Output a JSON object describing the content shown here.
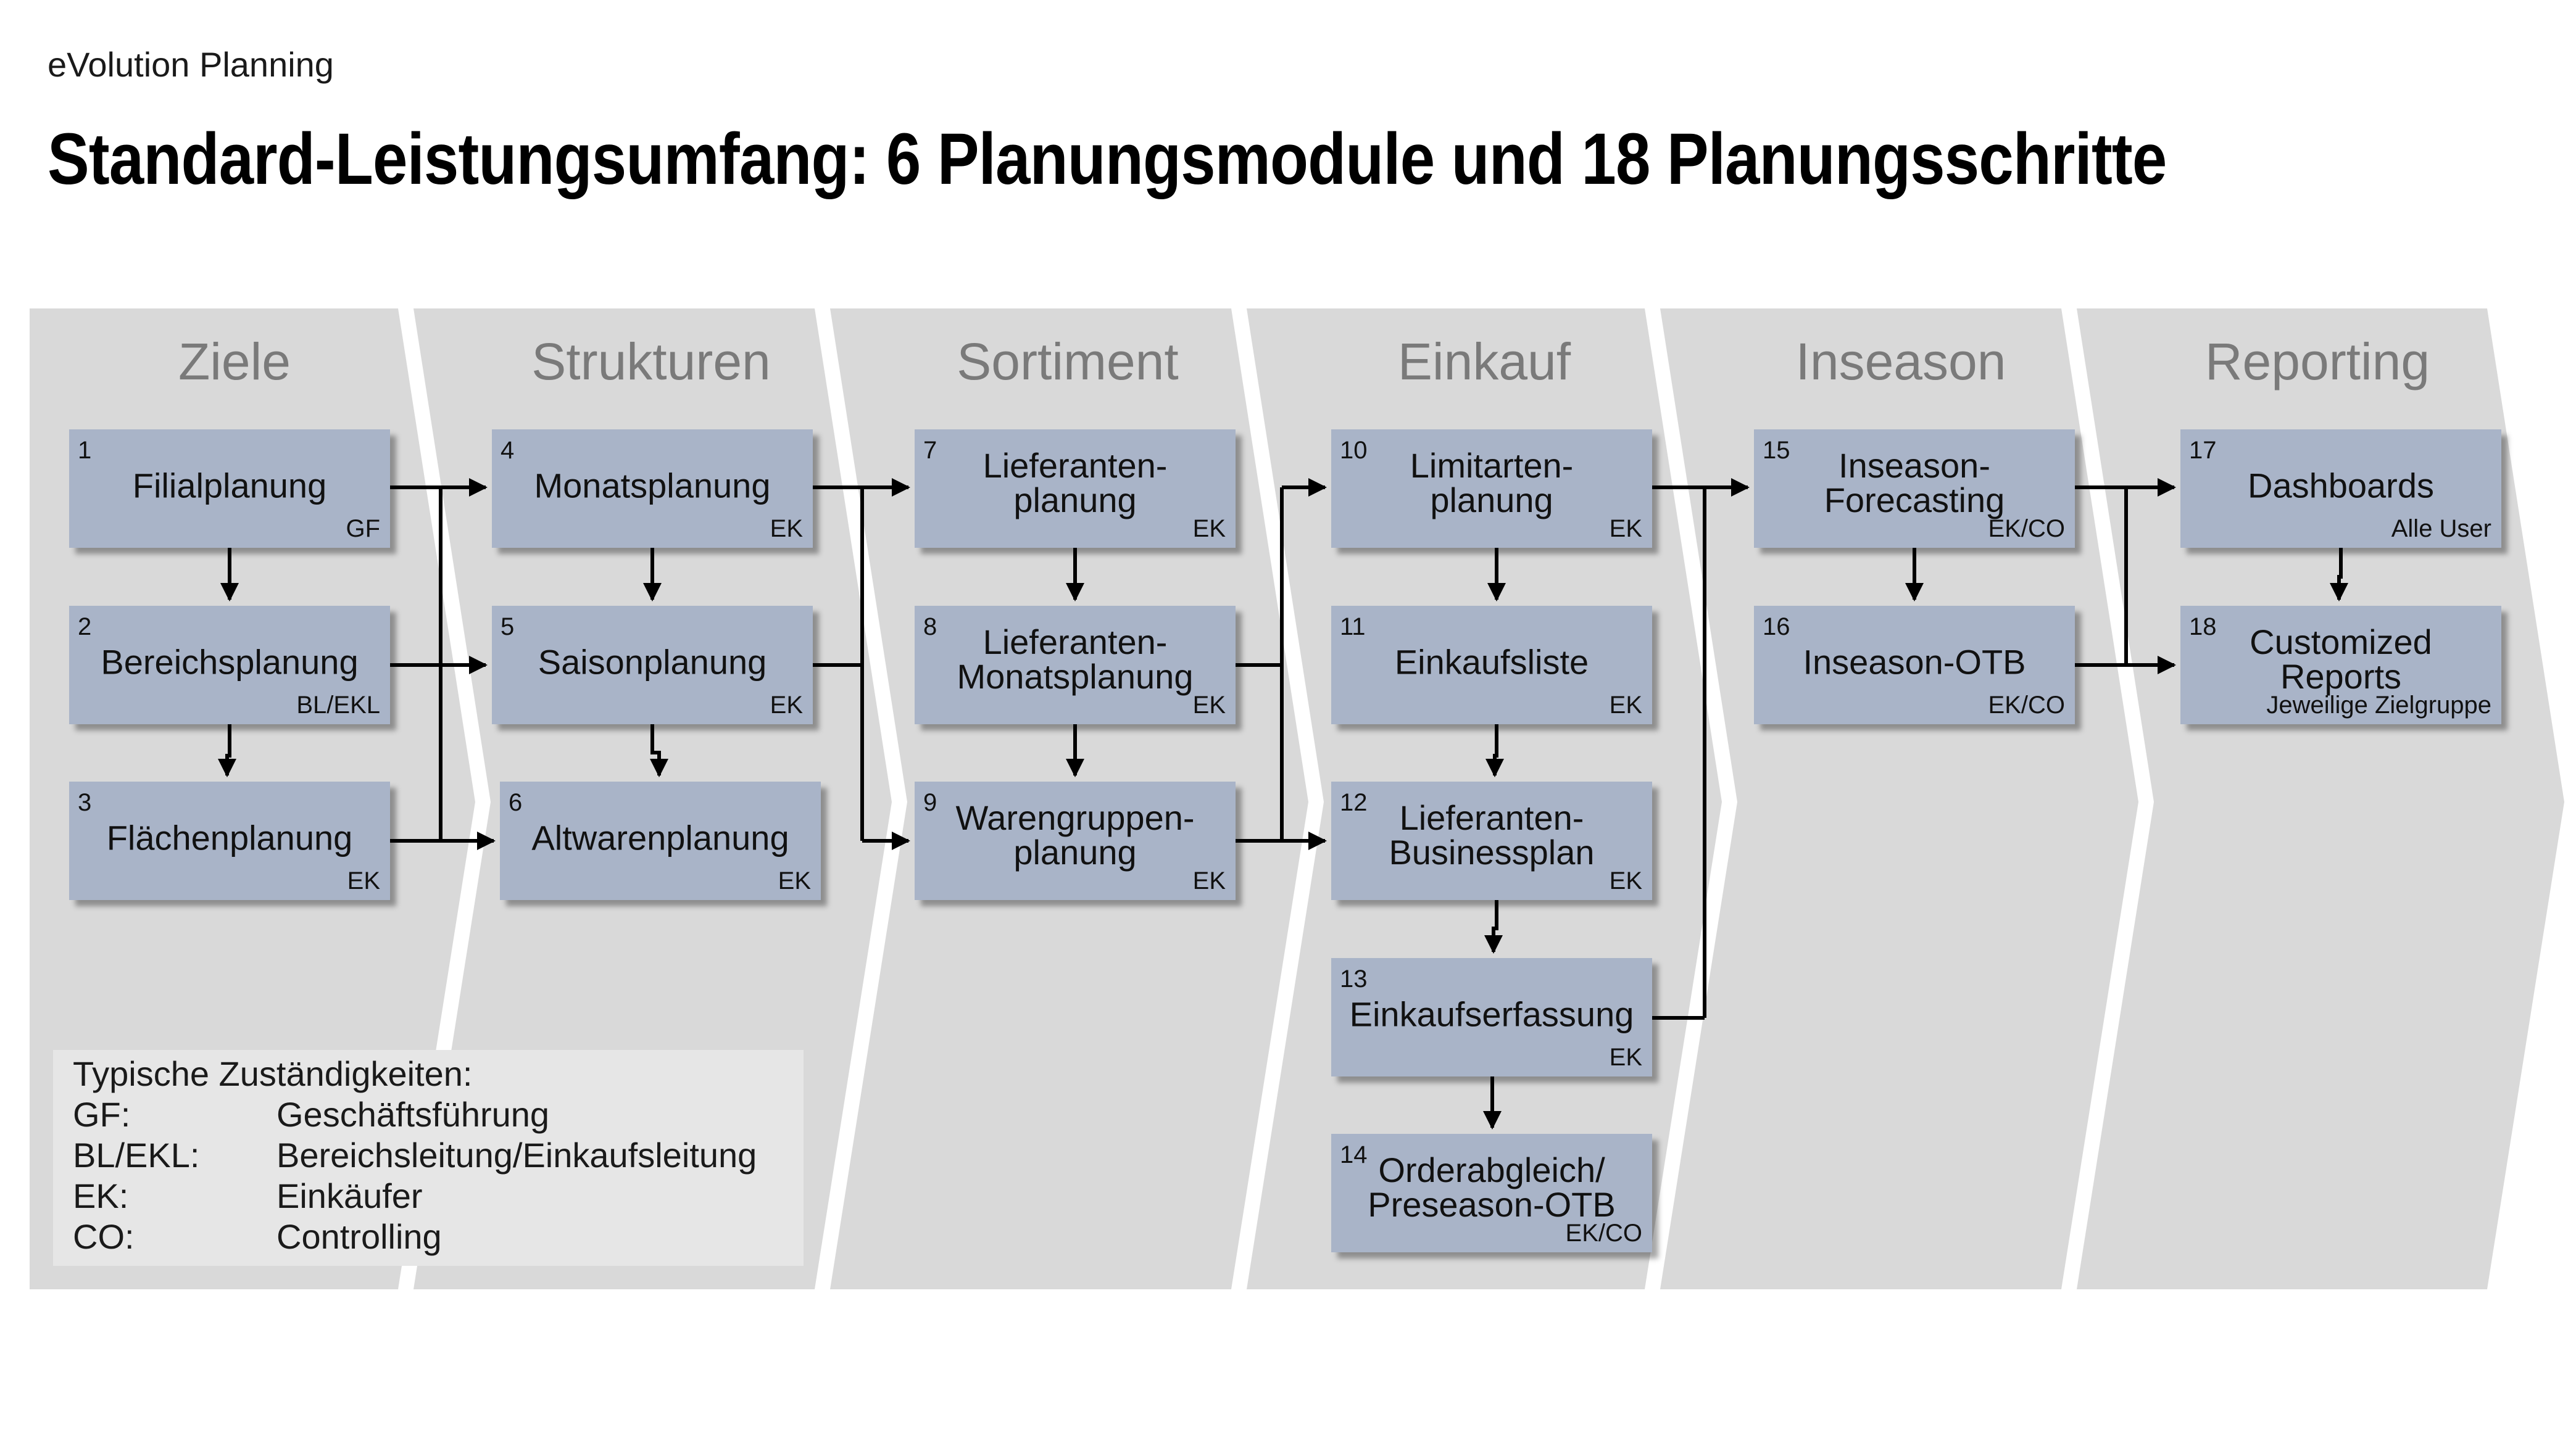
{
  "header": {
    "brand": "eVolution Planning",
    "title": "Standard-Leistungsumfang: 6 Planungsmodule und 18 Planungsschritte"
  },
  "columns": [
    "Ziele",
    "Strukturen",
    "Sortiment",
    "Einkauf",
    "Inseason",
    "Reporting"
  ],
  "steps": [
    {
      "num": "1",
      "label": "Filialplanung",
      "role": "GF"
    },
    {
      "num": "2",
      "label": "Bereichsplanung",
      "role": "BL/EKL"
    },
    {
      "num": "3",
      "label": "Flächenplanung",
      "role": "EK"
    },
    {
      "num": "4",
      "label": "Monatsplanung",
      "role": "EK"
    },
    {
      "num": "5",
      "label": "Saisonplanung",
      "role": "EK"
    },
    {
      "num": "6",
      "label": "Altwarenplanung",
      "role": "EK"
    },
    {
      "num": "7",
      "label": "Lieferanten-\nplanung",
      "role": "EK"
    },
    {
      "num": "8",
      "label": "Lieferanten-\nMonatsplanung",
      "role": "EK"
    },
    {
      "num": "9",
      "label": "Warengruppen-\nplanung",
      "role": "EK"
    },
    {
      "num": "10",
      "label": "Limitarten-\nplanung",
      "role": "EK"
    },
    {
      "num": "11",
      "label": "Einkaufsliste",
      "role": "EK"
    },
    {
      "num": "12",
      "label": "Lieferanten-\nBusinessplan",
      "role": "EK"
    },
    {
      "num": "13",
      "label": "Einkaufserfassung",
      "role": "EK"
    },
    {
      "num": "14",
      "label": "Orderabgleich/\nPreseason-OTB",
      "role": "EK/CO"
    },
    {
      "num": "15",
      "label": "Inseason-\nForecasting",
      "role": "EK/CO"
    },
    {
      "num": "16",
      "label": "Inseason-OTB",
      "role": "EK/CO"
    },
    {
      "num": "17",
      "label": "Dashboards",
      "role": "Alle User"
    },
    {
      "num": "18",
      "label": "Customized\nReports",
      "role": "Jeweilige Zielgruppe"
    }
  ],
  "legend": {
    "title": "Typische Zuständigkeiten:",
    "rows": [
      {
        "abbr": "GF:",
        "desc": "Geschäftsführung"
      },
      {
        "abbr": "BL/EKL:",
        "desc": "Bereichsleitung/Einkaufsleitung"
      },
      {
        "abbr": "EK:",
        "desc": "Einkäufer"
      },
      {
        "abbr": "CO:",
        "desc": "Controlling"
      }
    ]
  },
  "colors": {
    "chevron": "#d9d9d9",
    "box": "#a9b4c8",
    "arrow": "#000000",
    "legend_bg": "#e6e6e6",
    "column_title": "#7a7a7a"
  }
}
